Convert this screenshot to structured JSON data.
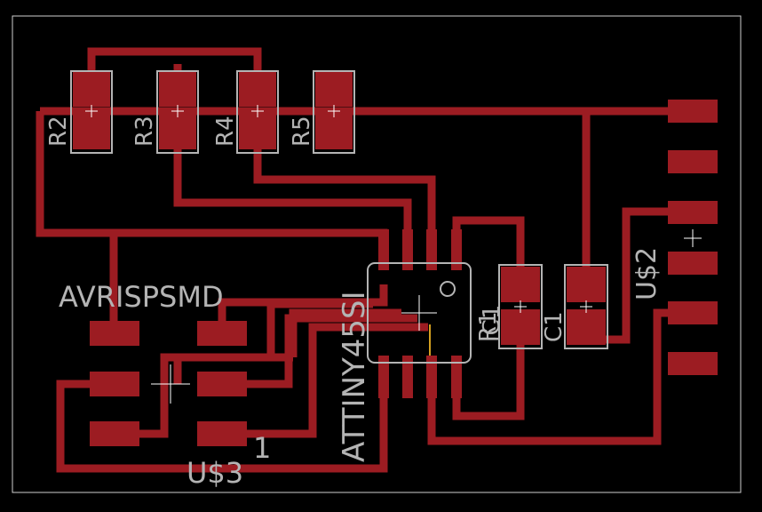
{
  "board": {
    "colors": {
      "background": "#000000",
      "copper": "#9c1c22",
      "silkscreen": "#b4b4b4",
      "origin_cross": "#ffffff",
      "outline": "#cfcfcf",
      "highlight": "#d4a020"
    }
  },
  "labels": {
    "r2": "R2",
    "r3": "R3",
    "r4": "R4",
    "r5": "R5",
    "r1": "R1",
    "ic1": "IC1",
    "c1": "C1",
    "u2": "U$2",
    "u3": "U$3",
    "avrispsmd": "AVRISPSMD",
    "attiny": "ATTINY45SI",
    "pin1": "1"
  }
}
